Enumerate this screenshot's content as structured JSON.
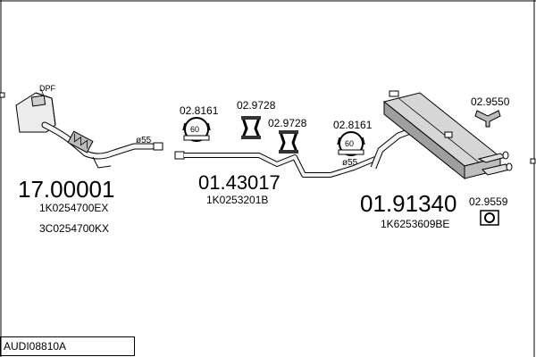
{
  "assembly_code": "AUDI08810A",
  "groups": [
    {
      "part_number": "17.00001",
      "references": [
        "1K0254700EX",
        "3C0254700KX"
      ],
      "dpf_label": "DPF",
      "diameter_label": "ø55"
    },
    {
      "part_number": "01.43017",
      "references": [
        "1K0253201B"
      ],
      "diameter_label": "ø55"
    },
    {
      "part_number": "01.91340",
      "references": [
        "1K6253609BE"
      ]
    }
  ],
  "accessories": [
    {
      "code": "02.8161",
      "badge": "60"
    },
    {
      "code": "02.9728"
    },
    {
      "code": "02.9728"
    },
    {
      "code": "02.8161",
      "badge": "60"
    },
    {
      "code": "02.9550"
    },
    {
      "code": "02.9559"
    }
  ],
  "colors": {
    "line": "#000000",
    "fill_light": "#f2f2f2",
    "fill_mid": "#d9d9d9",
    "fill_dark": "#9a9a9a"
  }
}
